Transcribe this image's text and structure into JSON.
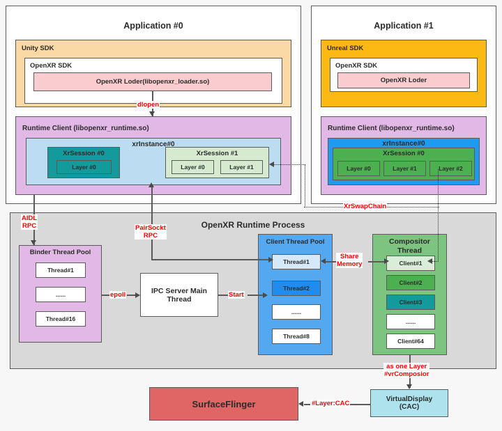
{
  "diagram": {
    "title": "OpenXR Runtime Architecture",
    "colors": {
      "app_bg": "#ffffff",
      "unity_sdk": "#fbd9a5",
      "unreal_sdk": "#fcb913",
      "openxr_sdk": "#ffffff",
      "openxr_loader": "#f9cdd0",
      "runtime_client": "#e2b8e6",
      "xrinstance0_app0": "#bcdcf2",
      "xrinstance0_app1": "#1e9bf0",
      "xrsession0_app0": "#139a9a",
      "xrsession1_app0": "#d6ead0",
      "xrsession0_app1": "#4caf50",
      "runtime_process": "#d9d9d9",
      "binder_pool": "#e2b8e6",
      "client_pool": "#54a8f0",
      "compositor": "#7cc47f",
      "surfaceflinger": "#e06666",
      "virtualdisplay": "#aee3ee",
      "red_text": "#ff0000",
      "stroke": "#5a5a5a"
    }
  },
  "app0": {
    "title": "Application #0",
    "sdk_label": "Unity SDK",
    "openxr_sdk_label": "OpenXR SDK",
    "loader_label": "OpenXR Loder(libopenxr_loader.so)",
    "runtime_client_label": "Runtime Client  (libopenxr_runtime.so)",
    "instance_label": "xrInstance#0",
    "sessions": [
      {
        "label": "XrSession #0",
        "layers": [
          "Layer #0"
        ]
      },
      {
        "label": "XrSession #1",
        "layers": [
          "Layer #0",
          "Layer #1"
        ]
      }
    ]
  },
  "app1": {
    "title": "Application #1",
    "sdk_label": "Unreal SDK",
    "openxr_sdk_label": "OpenXR SDK",
    "loader_label": "OpenXR Loder",
    "runtime_client_label": "Runtime Client  (libopenxr_runtime.so)",
    "instance_label": "xrInstance#0",
    "sessions": [
      {
        "label": "XrSession #0",
        "layers": [
          "Layer #0",
          "Layer #1",
          "Layer #2"
        ]
      }
    ]
  },
  "runtime_process": {
    "title": "OpenXR Runtime Process",
    "binder_pool": {
      "title": "Binder Thread Pool",
      "threads": [
        "Thread#1",
        "......",
        "Thread#16"
      ]
    },
    "ipc_server": {
      "line1": "IPC Server Main",
      "line2": "Thread"
    },
    "client_pool": {
      "title": "Client Thread Pool",
      "threads": [
        "Thread#1",
        "Thread#2",
        "......",
        "Thread#8"
      ]
    },
    "compositor": {
      "line1": "Compositor",
      "line2": "Thread",
      "clients": [
        "Client#1",
        "Client#2",
        "Client#3",
        "......",
        "Client#64"
      ]
    }
  },
  "bottom": {
    "surfaceflinger": "SurfaceFlinger",
    "virtualdisplay": {
      "line1": "VirtualDisplay",
      "line2": "(CAC)"
    }
  },
  "edge_labels": {
    "dlopen": "dlopen",
    "aidl_rpc_1": "AIDL",
    "aidl_rpc_2": "RPC",
    "pairsockt_1": "PairSockt",
    "pairsockt_2": "RPC",
    "epoll": "epoll",
    "start": "Start",
    "share_memory_1": "Share",
    "share_memory_2": "Memory",
    "xrswapchain": "XrSwapChain",
    "as_one_layer_1": "as one Layer",
    "as_one_layer_2": "#vrComposior",
    "layer_cac": "#Layer:CAC"
  }
}
